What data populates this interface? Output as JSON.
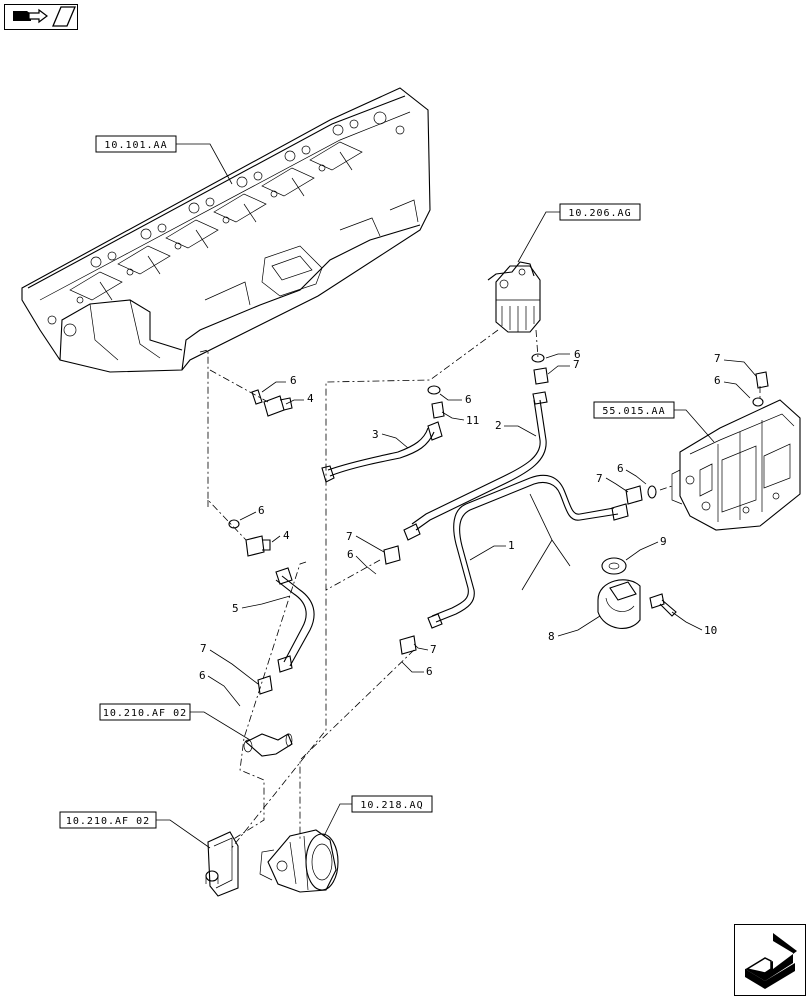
{
  "nav": {
    "prev_icon": "book-arrow-icon",
    "next_icon": "next-page-arrow-icon"
  },
  "references": {
    "cylinder_head": "10.101.AA",
    "fuel_filter": "10.206.AG",
    "ecu_module": "55.015.AA",
    "elbow_fitting": "10.210.AF 02",
    "bracket": "10.210.AF 02",
    "fuel_pump": "10.218.AQ"
  },
  "callouts": {
    "c1": "1",
    "c2": "2",
    "c3": "3",
    "c4a": "4",
    "c4b": "4",
    "c5": "5",
    "c6a": "6",
    "c6b": "6",
    "c6c": "6",
    "c6d": "6",
    "c6e": "6",
    "c6f": "6",
    "c6g": "6",
    "c6h": "6",
    "c7a": "7",
    "c7b": "7",
    "c7c": "7",
    "c7d": "7",
    "c7e": "7",
    "c7f": "7",
    "c8": "8",
    "c9": "9",
    "c10": "10",
    "c11": "11"
  }
}
